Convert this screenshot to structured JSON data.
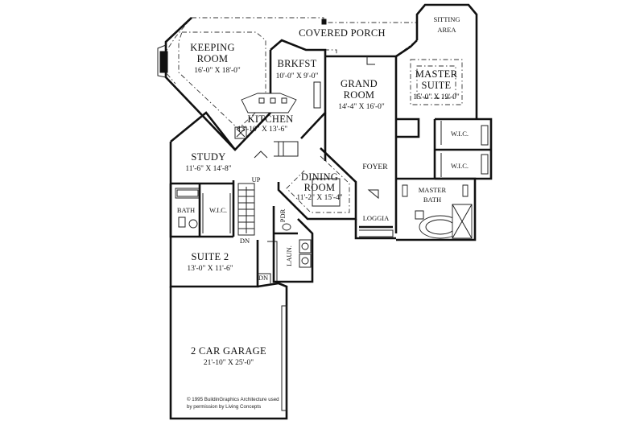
{
  "rooms": {
    "covered_porch": {
      "name": "COVERED PORCH"
    },
    "sitting_area": {
      "line1": "SITTING",
      "line2": "AREA"
    },
    "keeping_room": {
      "line1": "KEEPING",
      "line2": "ROOM",
      "dims": "16'-0\" X 18'-0\""
    },
    "breakfast": {
      "name": "BRKFST",
      "dims": "10'-0\" X 9'-0\""
    },
    "grand_room": {
      "line1": "GRAND",
      "line2": "ROOM",
      "dims": "14'-4\" X 16'-0\""
    },
    "master_suite": {
      "line1": "MASTER",
      "line2": "SUITE",
      "dims": "15'-0\" X 19'-0\""
    },
    "kitchen": {
      "name": "KITCHEN",
      "dims": "13'-10\" X 13'-6\""
    },
    "study": {
      "name": "STUDY",
      "dims": "11'-6\" X 14'-8\""
    },
    "dining_room": {
      "line1": "DINING",
      "line2": "ROOM",
      "dims": "11'-2\" X 15'-4\""
    },
    "foyer": {
      "name": "FOYER"
    },
    "wic_master_1": {
      "name": "W.I.C."
    },
    "wic_master_2": {
      "name": "W.I.C."
    },
    "master_bath": {
      "line1": "MASTER",
      "line2": "BATH"
    },
    "bath": {
      "name": "BATH"
    },
    "wic_suite": {
      "name": "W.I.C."
    },
    "pdr": {
      "name": "PDR"
    },
    "loggia": {
      "name": "LOGGIA"
    },
    "laundry": {
      "name": "LAUN."
    },
    "suite_2": {
      "name": "SUITE 2",
      "dims": "13'-0\" X 11'-6\""
    },
    "garage": {
      "name": "2 CAR GARAGE",
      "dims": "21'-10\" X 25'-0\""
    }
  },
  "stairs": {
    "up": "UP",
    "dn": "DN",
    "dn2": "DN"
  },
  "copyright": {
    "line1": "© 1995 BuildinGraphics Architecture used",
    "line2": "by permission by Living Concepts"
  }
}
